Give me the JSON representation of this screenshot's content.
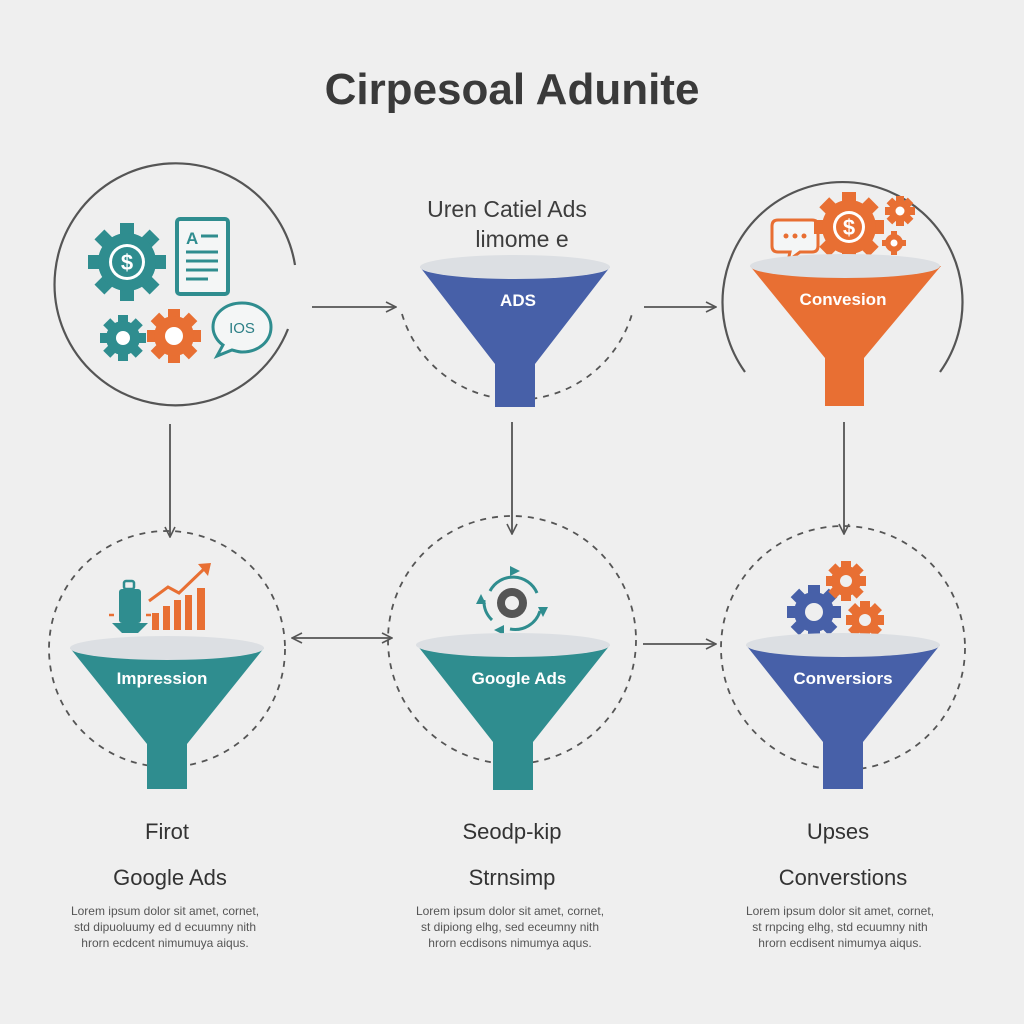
{
  "title": "Cirpesoal Adunite",
  "stages": [
    {
      "top_label_1": "",
      "top_label_2": "",
      "funnel_label": "",
      "caption_1": "",
      "caption_2": "",
      "description": []
    },
    {
      "top_label_1": "Uren Catiel Ads",
      "top_label_2": "limome e",
      "funnel_label": "ADS",
      "caption_1": "",
      "caption_2": "",
      "description": []
    },
    {
      "top_label_1": "",
      "top_label_2": "",
      "funnel_label": "Convesion",
      "caption_1": "",
      "caption_2": "",
      "description": []
    },
    {
      "funnel_label": "Impression",
      "caption_1": "Firot",
      "caption_2": "Google Ads",
      "description": [
        "Lorem ipsum dolor sit amet, cornet,",
        "std dipuoluumy ed d ecuumny nith",
        "hrorn ecdcent nimumuya aiqus."
      ]
    },
    {
      "funnel_label": "Google Ads",
      "caption_1": "Seodp-kip",
      "caption_2": "Strnsimp",
      "description": [
        "Lorem ipsum dolor sit amet, cornet,",
        "st dipiong elhg, sed eceumny nith",
        "hrorn ecdisons nimumya aqus."
      ]
    },
    {
      "funnel_label": "Conversiors",
      "caption_1": "Upses",
      "caption_2": "Converstions",
      "description": [
        "Lorem ipsum dolor sit amet, cornet,",
        "st rnpcing elhg, std ecuumny nith",
        "hrorn ecdisent nimumya aiqus."
      ]
    }
  ],
  "icon_texts": {
    "dollar": "$",
    "doc_heading": "A",
    "ios_bubble": "IOS"
  },
  "colors": {
    "teal": "#2f8d8f",
    "blue": "#4760a8",
    "orange": "#e86f33",
    "rim": "#dcdfe3",
    "line": "#555555",
    "background": "#efefef"
  },
  "icons": [
    "gear-dollar-icon",
    "document-icon",
    "gear-icon",
    "ios-chat-icon",
    "chat-bubble-icon",
    "bar-chart-rising-icon",
    "funnel-lamp-icon",
    "refresh-cycle-icon",
    "gears-icon"
  ]
}
